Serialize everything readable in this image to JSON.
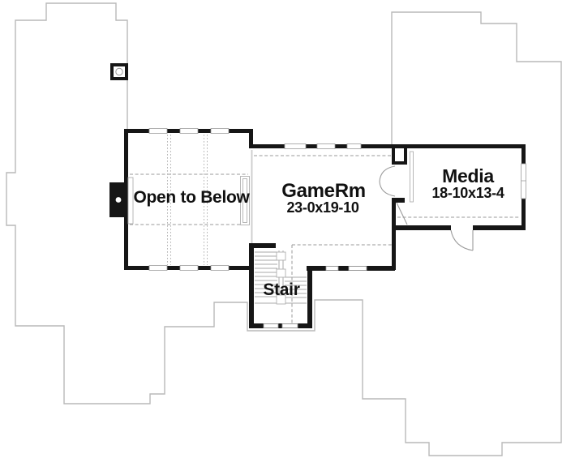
{
  "plan": {
    "type": "second-floor-plan",
    "rooms": {
      "open_to_below": {
        "label": "Open to Below"
      },
      "game_room": {
        "label": "GameRm",
        "dimensions": "23-0x19-10"
      },
      "media": {
        "label": "Media",
        "dimensions": "18-10x13-4"
      },
      "stair": {
        "label": "Stair"
      }
    },
    "colors": {
      "wall": "#161616",
      "footprint_outline": "#b9b9b9",
      "dashed_line": "#9a9a9a",
      "stair_line": "#a8a8a8",
      "window_trim": "#9c9c9c",
      "text": "#111111",
      "background": "#ffffff"
    }
  }
}
